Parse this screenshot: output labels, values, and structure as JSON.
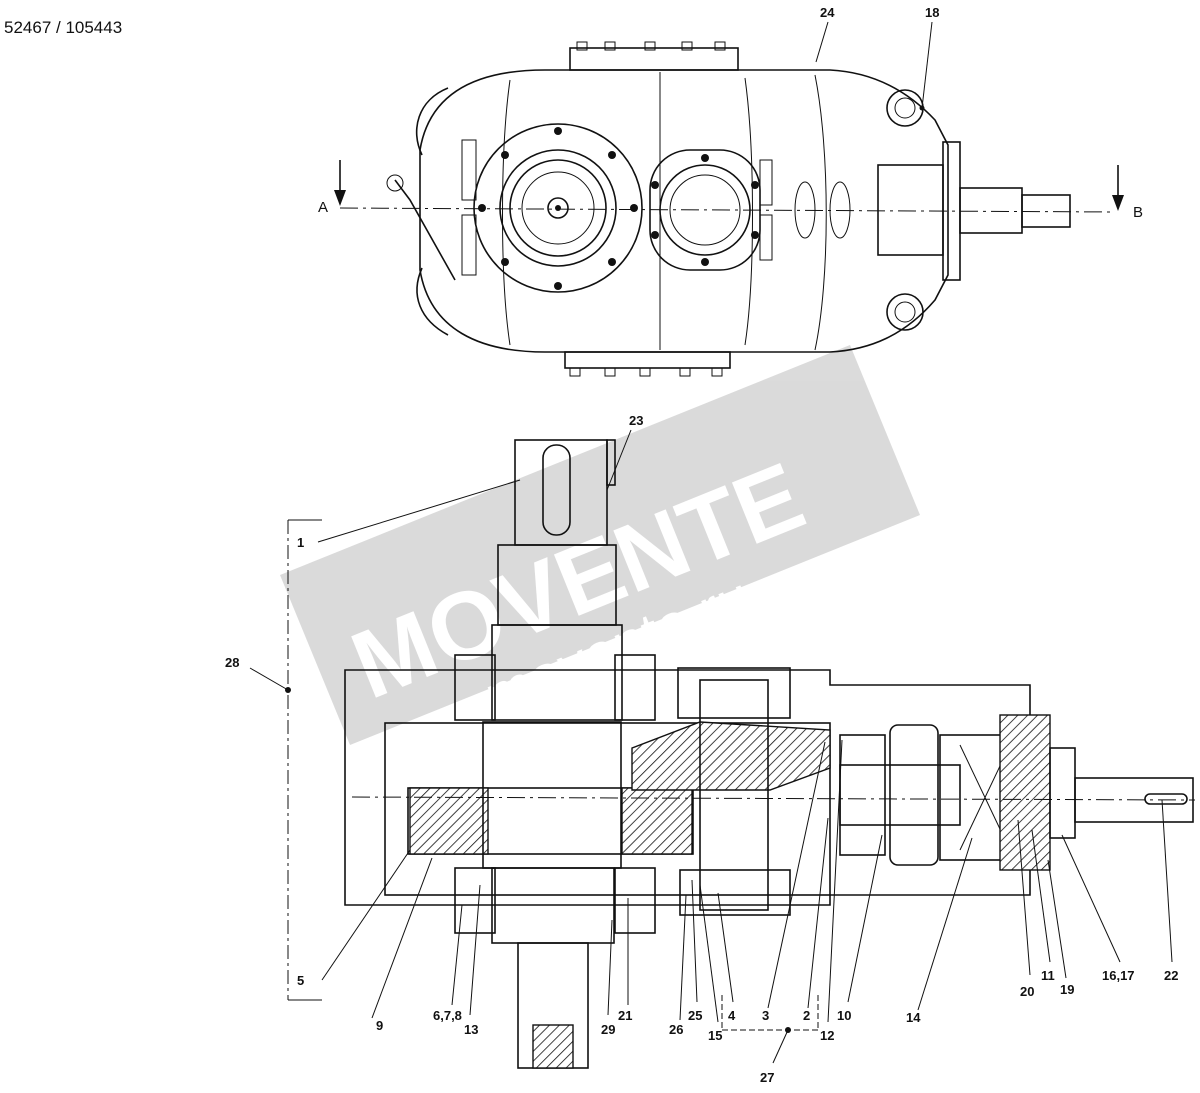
{
  "document": {
    "id": "52467 / 105443"
  },
  "top_view": {
    "section_labels": {
      "left": "A",
      "right": "B"
    },
    "callouts": [
      "24",
      "18"
    ]
  },
  "section_view": {
    "callouts": [
      "23",
      "1",
      "28",
      "5",
      "9",
      "6,7,8",
      "13",
      "29",
      "21",
      "26",
      "25",
      "15",
      "4",
      "3",
      "2",
      "12",
      "10",
      "14",
      "20",
      "11",
      "19",
      "16,17",
      "22",
      "27"
    ]
  },
  "watermark": {
    "brand": "MOVENTE",
    "url": "movente.ru",
    "color": "#c8c8c8"
  }
}
